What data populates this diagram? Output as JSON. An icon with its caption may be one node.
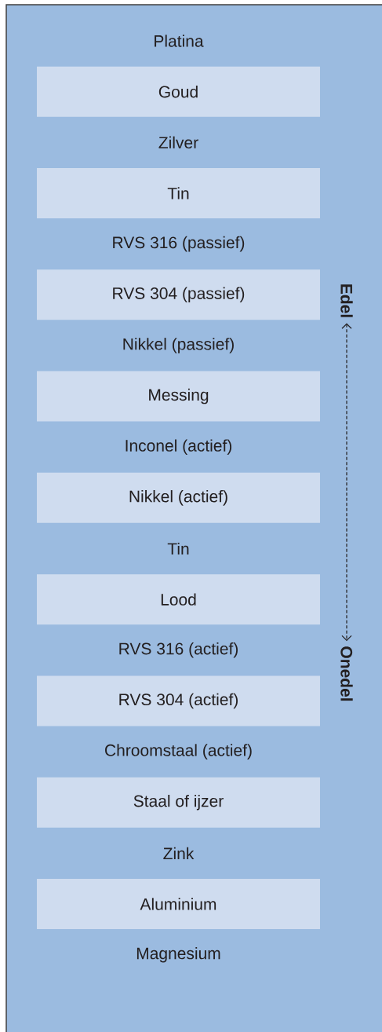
{
  "diagram": {
    "nodes": [
      {
        "text": [
          "Goud"
        ]
      },
      {
        "text": [
          "Tin"
        ]
      },
      {
        "text": [
          "RVS 304 (passief)"
        ]
      },
      {
        "text": [
          "Messing"
        ]
      },
      {
        "text": [
          "Nikkel (actief)"
        ]
      },
      {
        "text": [
          "Lood"
        ]
      },
      {
        "text": [
          "RVS 304 (actief)"
        ]
      },
      {
        "text": [
          "Staal of ijzer"
        ]
      },
      {
        "text": [
          "Aluminium"
        ]
      },
      {
        "text": [
          "Edel"
        ]
      },
      {
        "text": [
          "Onedel"
        ]
      }
    ],
    "edges": [
      {
        "from": 9,
        "to": 10,
        "arrow": "both",
        "style": "dashed"
      }
    ],
    "labels": [
      "Platina",
      "Zilver",
      "RVS 316 (passief)",
      "Nikkel (passief)",
      "Inconel (actief)",
      "Tin",
      "RVS 316 (actief)",
      "Chroomstaal (actief)",
      "Zink",
      "Magnesium"
    ]
  }
}
